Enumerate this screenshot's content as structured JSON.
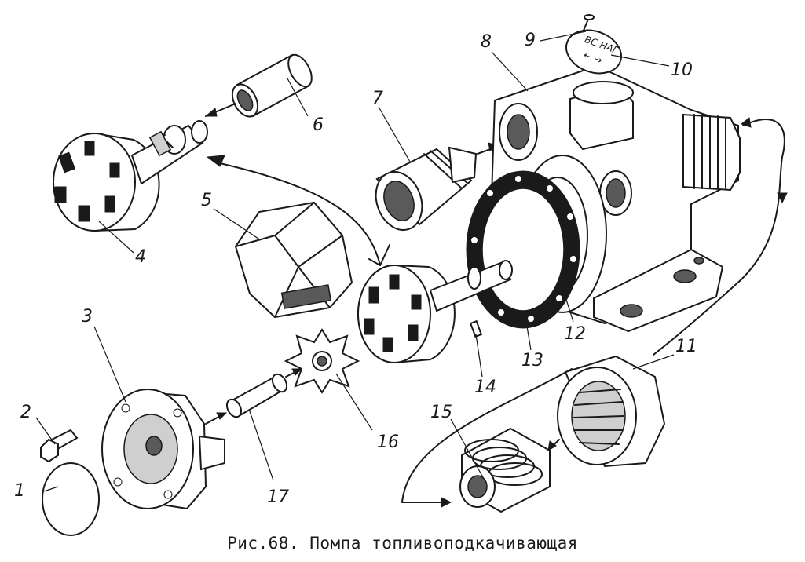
{
  "caption": "Рис.68. Помпа топливоподкачивающая",
  "callouts": [
    "1",
    "2",
    "3",
    "4",
    "5",
    "6",
    "7",
    "8",
    "9",
    "10",
    "11",
    "12",
    "13",
    "14",
    "15",
    "16",
    "17"
  ],
  "plate_marks": {
    "line1": "ВС НАГ",
    "line2": "← →"
  }
}
